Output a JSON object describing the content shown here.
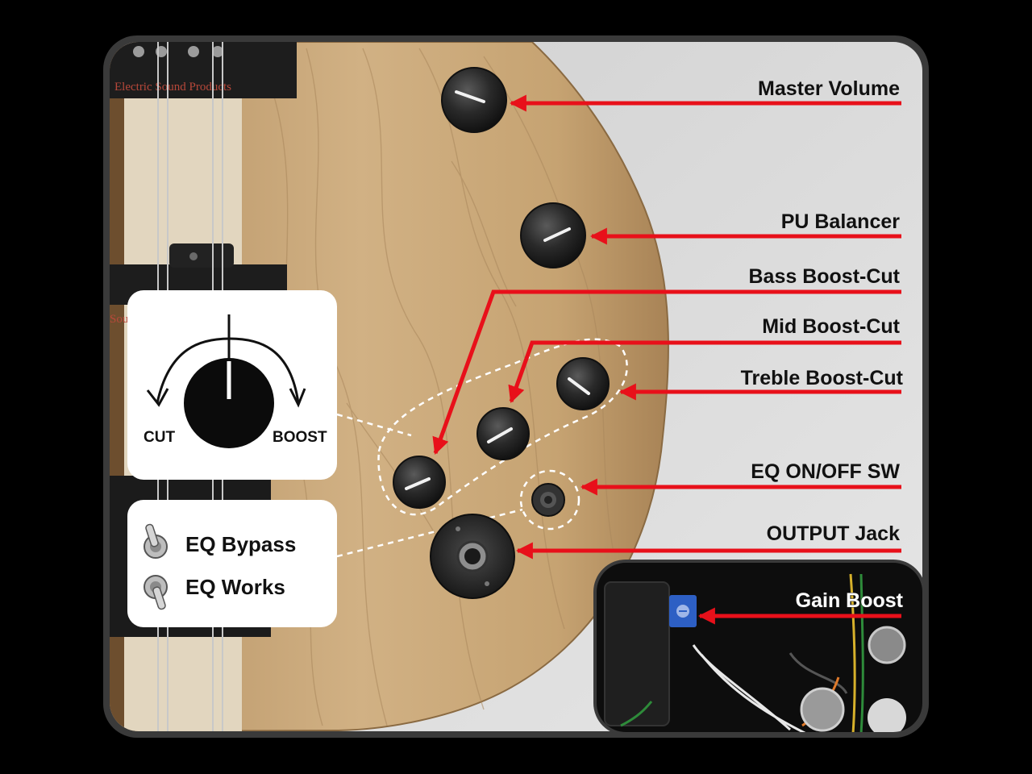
{
  "labels": {
    "master_volume": "Master Volume",
    "pu_balancer": "PU Balancer",
    "bass_boost_cut": "Bass Boost-Cut",
    "mid_boost_cut": "Mid Boost-Cut",
    "treble_boost_cut": "Treble Boost-Cut",
    "eq_switch": "EQ ON/OFF SW",
    "output_jack": "OUTPUT Jack",
    "gain_boost": "Gain Boost"
  },
  "knob_inset": {
    "cut": "CUT",
    "boost": "BOOST"
  },
  "switch_inset": {
    "bypass": "EQ Bypass",
    "works": "EQ Works"
  },
  "pickup_brand": "Electric Sound Products",
  "pickup_brand_lower": "Sou",
  "colors": {
    "arrow": "#e8101a",
    "background_frame": "#d9d9d9",
    "wood": "#c9a77a",
    "knob": "#1c1c1c"
  },
  "icons": [
    "toggle-switch-down-icon",
    "toggle-switch-up-icon",
    "rotary-knob-icon"
  ]
}
